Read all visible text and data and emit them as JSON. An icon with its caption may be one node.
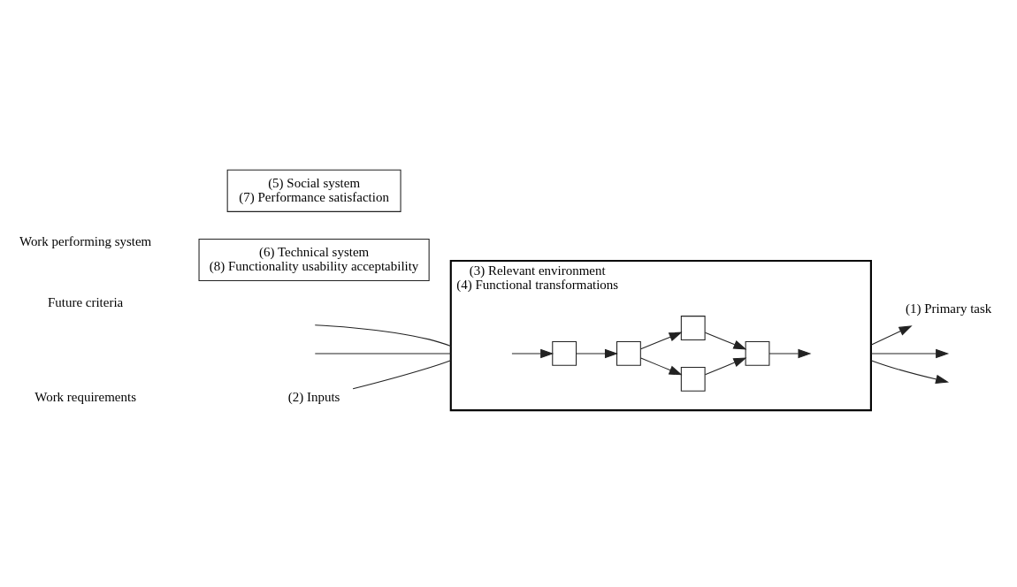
{
  "diagram": {
    "nodes": [
      {
        "text": [
          "(2) Inputs"
        ]
      },
      {
        "text": [
          "(3) Relevant environment",
          "(4) Functional transformations"
        ]
      },
      {
        "text": [],
        "shape": "box",
        "in": 1
      },
      {
        "text": [],
        "shape": "box",
        "in": 1
      },
      {
        "text": [],
        "shape": "box",
        "in": 1
      },
      {
        "text": [],
        "shape": "box",
        "in": 1
      },
      {
        "text": [],
        "shape": "box",
        "in": 1
      },
      {
        "text": [
          "(1) Primary task"
        ]
      },
      {
        "text": [
          "(5) Social system",
          "(7) Performance satisfaction"
        ]
      },
      {
        "text": [
          "(6) Technical system",
          "(8) Functionality usability acceptability"
        ]
      }
    ],
    "edges": [
      {
        "from": null,
        "to": 1,
        "arrow": "none"
      },
      {
        "from": 0,
        "to": 1,
        "arrow": "none"
      },
      {
        "from": null,
        "to": 1,
        "arrow": "none"
      },
      {
        "from": null,
        "to": 2,
        "arrow": "to"
      },
      {
        "from": 2,
        "to": 3,
        "arrow": "to"
      },
      {
        "from": 3,
        "to": 4,
        "arrow": "to"
      },
      {
        "from": 3,
        "to": 5,
        "arrow": "to"
      },
      {
        "from": 4,
        "to": 6,
        "arrow": "to"
      },
      {
        "from": 5,
        "to": 6,
        "arrow": "to"
      },
      {
        "from": 6,
        "to": null,
        "arrow": "to"
      },
      {
        "from": 1,
        "to": null,
        "arrow": "to"
      },
      {
        "from": 1,
        "to": 7,
        "arrow": "to"
      },
      {
        "from": 1,
        "to": null,
        "arrow": "to"
      }
    ],
    "labels": [
      "Work requirements",
      "Work performing system",
      "Future criteria"
    ]
  }
}
